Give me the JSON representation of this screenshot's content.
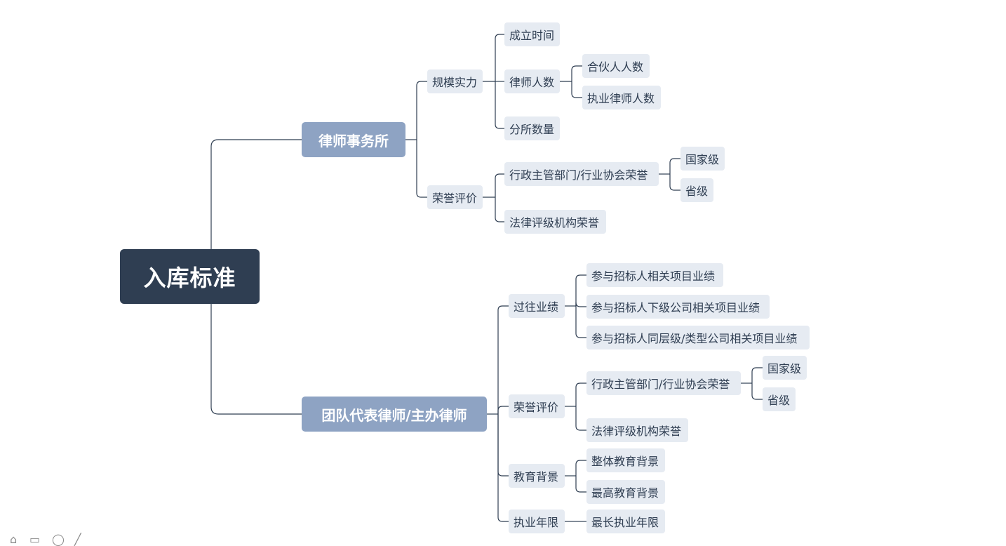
{
  "root": {
    "label": "入库标准"
  },
  "branches": [
    {
      "label": "律师事务所",
      "children": [
        {
          "label": "规模实力",
          "children": [
            {
              "label": "成立时间"
            },
            {
              "label": "律师人数",
              "children": [
                {
                  "label": "合伙人人数"
                },
                {
                  "label": "执业律师人数"
                }
              ]
            },
            {
              "label": "分所数量"
            }
          ]
        },
        {
          "label": "荣誉评价",
          "children": [
            {
              "label": "行政主管部门/行业协会荣誉",
              "children": [
                {
                  "label": "国家级"
                },
                {
                  "label": "省级"
                }
              ]
            },
            {
              "label": "法律评级机构荣誉"
            }
          ]
        }
      ]
    },
    {
      "label": "团队代表律师/主办律师",
      "children": [
        {
          "label": "过往业绩",
          "children": [
            {
              "label": "参与招标人相关项目业绩"
            },
            {
              "label": "参与招标人下级公司相关项目业绩"
            },
            {
              "label": "参与招标人同层级/类型公司相关项目业绩"
            }
          ]
        },
        {
          "label": "荣誉评价",
          "children": [
            {
              "label": "行政主管部门/行业协会荣誉",
              "children": [
                {
                  "label": "国家级"
                },
                {
                  "label": "省级"
                }
              ]
            },
            {
              "label": "法律评级机构荣誉"
            }
          ]
        },
        {
          "label": "教育背景",
          "children": [
            {
              "label": "整体教育背景"
            },
            {
              "label": "最高教育背景"
            }
          ]
        },
        {
          "label": "执业年限",
          "children": [
            {
              "label": "最长执业年限"
            }
          ]
        }
      ]
    }
  ],
  "colors": {
    "root_bg": "#2f3e52",
    "branch_bg": "#8ea3c3",
    "leaf_bg": "#e6ebf2",
    "line": "#2f3e52"
  }
}
